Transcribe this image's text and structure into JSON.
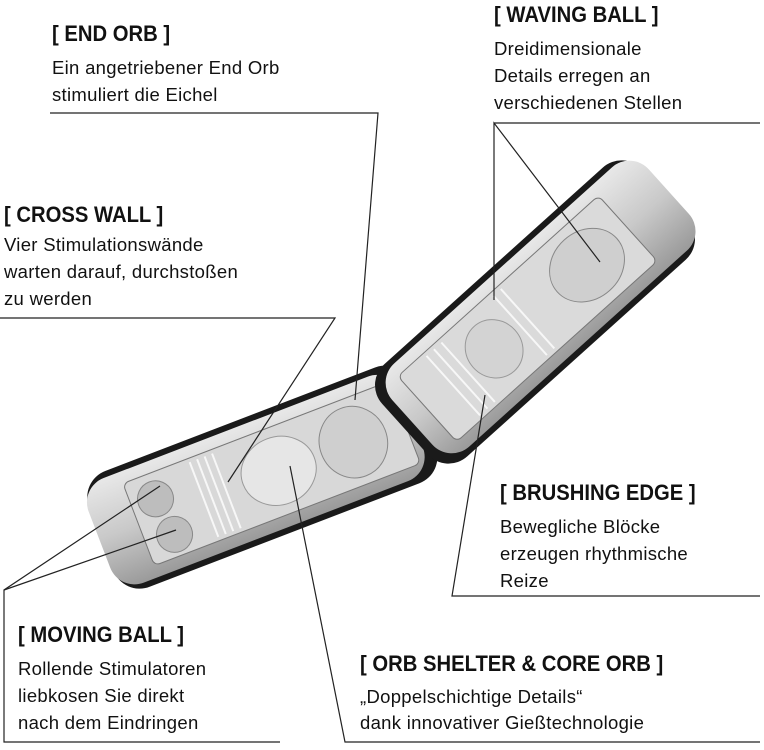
{
  "callouts": {
    "end_orb": {
      "title": "[ END ORB ]",
      "lines": [
        "Ein angetriebener End Orb",
        "stimuliert die Eichel"
      ]
    },
    "waving_ball": {
      "title": "[ WAVING BALL ]",
      "lines": [
        "Dreidimensionale",
        "Details erregen an",
        "verschiedenen Stellen"
      ]
    },
    "cross_wall": {
      "title": "[ CROSS WALL ]",
      "lines": [
        "Vier Stimulationswände",
        "warten darauf, durchstoßen",
        "zu werden"
      ]
    },
    "brushing_edge": {
      "title": "[ BRUSHING EDGE ]",
      "lines": [
        "Bewegliche Blöcke",
        "erzeugen rhythmische",
        "Reize"
      ]
    },
    "moving_ball": {
      "title": "[ MOVING BALL ]",
      "lines": [
        "Rollende Stimulatoren",
        "liebkosen Sie direkt",
        "nach dem Eindringen"
      ]
    },
    "orb_shelter": {
      "title": "[ ORB SHELTER & CORE ORB ]",
      "lines": [
        "„Doppelschichtige Details“",
        "dank innovativer Gießtechnologie"
      ]
    }
  }
}
